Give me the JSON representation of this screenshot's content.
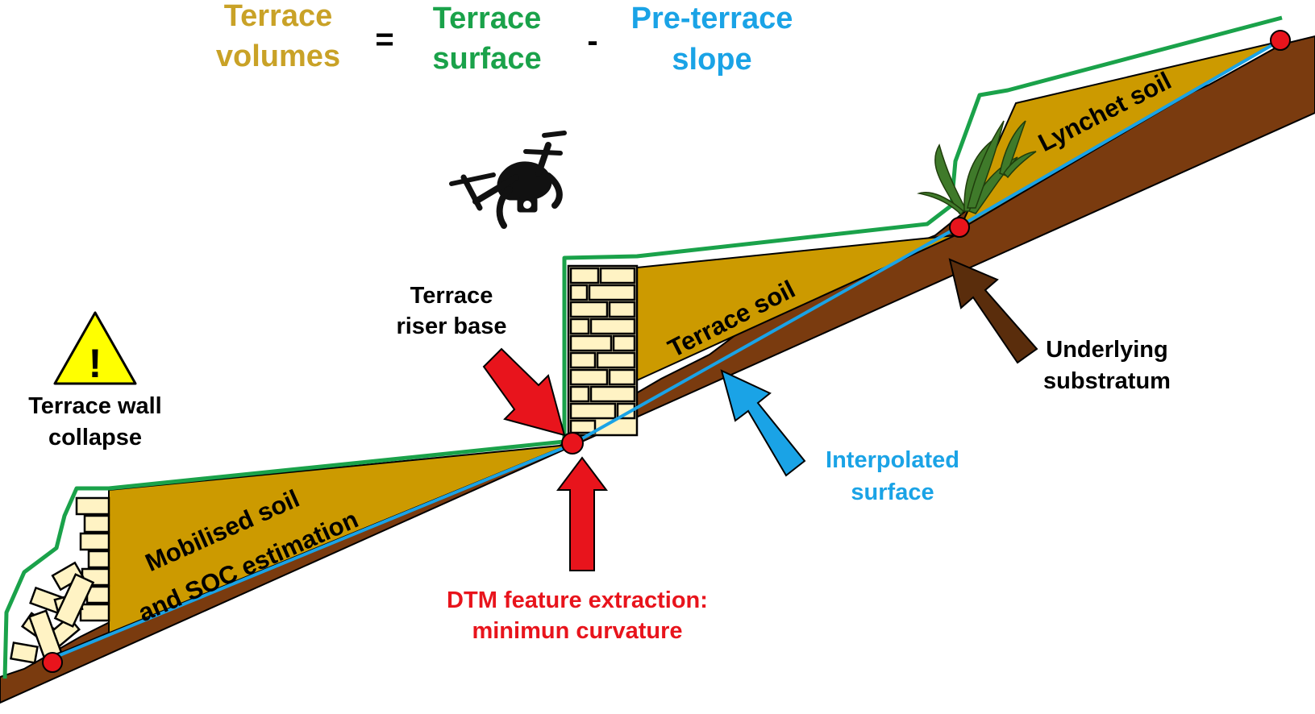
{
  "equation": {
    "lhs_line1": "Terrace",
    "lhs_line2": "volumes",
    "equals": "=",
    "term1_line1": "Terrace",
    "term1_line2": "surface",
    "minus": "-",
    "term2_line1": "Pre-terrace",
    "term2_line2": "slope"
  },
  "labels": {
    "riser_base_line1": "Terrace",
    "riser_base_line2": "riser base",
    "wall_collapse_line1": "Terrace wall",
    "wall_collapse_line2": "collapse",
    "warning_symbol": "!",
    "terrace_soil": "Terrace soil",
    "lynchet_soil": "Lynchet soil",
    "mobilised_line1": "Mobilised soil",
    "mobilised_line2": "and SOC estimation",
    "substratum_line1": "Underlying",
    "substratum_line2": "substratum",
    "interpolated_line1": "Interpolated",
    "interpolated_line2": "surface",
    "dtm_line1": "DTM feature extraction:",
    "dtm_line2": "minimun curvature"
  },
  "colors": {
    "terrace_volume": "#c9a227",
    "terrace_surface": "#1aa24a",
    "pre_terrace_slope": "#1aa3e6",
    "soil_fill": "#cc9a00",
    "substratum": "#7a3b0f",
    "wall_stone": "#fff3c4",
    "point": "#e8141c",
    "dtm_text": "#e8141c",
    "warning_fill": "#ffff00",
    "substratum_arrow": "#5a2d0c"
  },
  "icons": {
    "drone": "drone-icon",
    "warning": "warning-triangle-icon",
    "vegetation": "grass-icon"
  }
}
